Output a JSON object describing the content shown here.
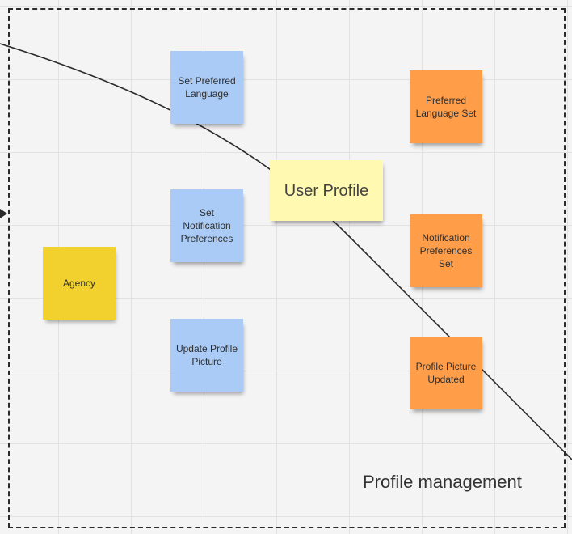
{
  "board": {
    "frame_title": "Profile management",
    "colors": {
      "command": "#a9cbf5",
      "event": "#ff9d48",
      "actor": "#f2d12e",
      "aggregate": "#fff9b1",
      "connector": "#2b2b2b"
    }
  },
  "stickies": {
    "agency": "Agency",
    "aggregate": "User Profile",
    "commands": [
      "Set Preferred Language",
      "Set Notification Preferences",
      "Update Profile Picture"
    ],
    "events": [
      "Preferred Language Set",
      "Notification Preferences Set",
      "Profile Picture Updated"
    ]
  }
}
